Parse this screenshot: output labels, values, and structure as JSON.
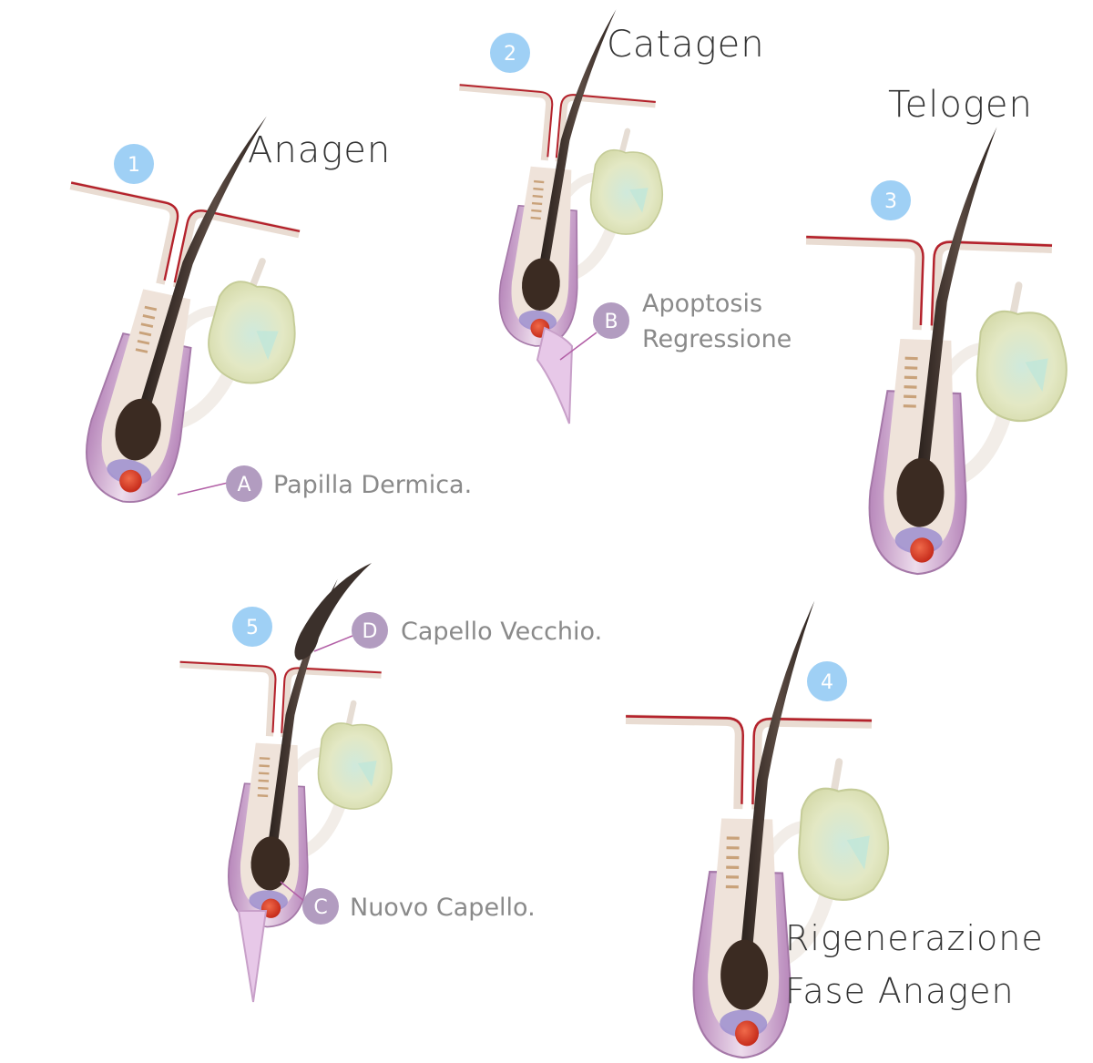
{
  "colors": {
    "number_badge": "#9fd0f5",
    "letter_badge": "#b29cc0",
    "title_text": "#333333",
    "label_text": "#8a8a8a",
    "skin_line": "#b4222c",
    "skin_fill": "#efe3da",
    "hair": "#3b302b",
    "sheath": "#c9a0cb",
    "gland": "#dfe5bd",
    "papilla": "#d8331f"
  },
  "stages": [
    {
      "number": "1",
      "title": "Anagen"
    },
    {
      "number": "2",
      "title": "Catagen"
    },
    {
      "number": "3",
      "title": "Telogen"
    },
    {
      "number": "4",
      "title_line1": "Rigenerazione",
      "title_line2": "Fase Anagen"
    },
    {
      "number": "5"
    }
  ],
  "labels": [
    {
      "letter": "A",
      "text": "Papilla Dermica."
    },
    {
      "letter": "B",
      "text_line1": "Apoptosis",
      "text_line2": "Regressione"
    },
    {
      "letter": "C",
      "text": "Nuovo Capello."
    },
    {
      "letter": "D",
      "text": "Capello Vecchio."
    }
  ],
  "icons": [
    "hair-follicle-icon"
  ]
}
